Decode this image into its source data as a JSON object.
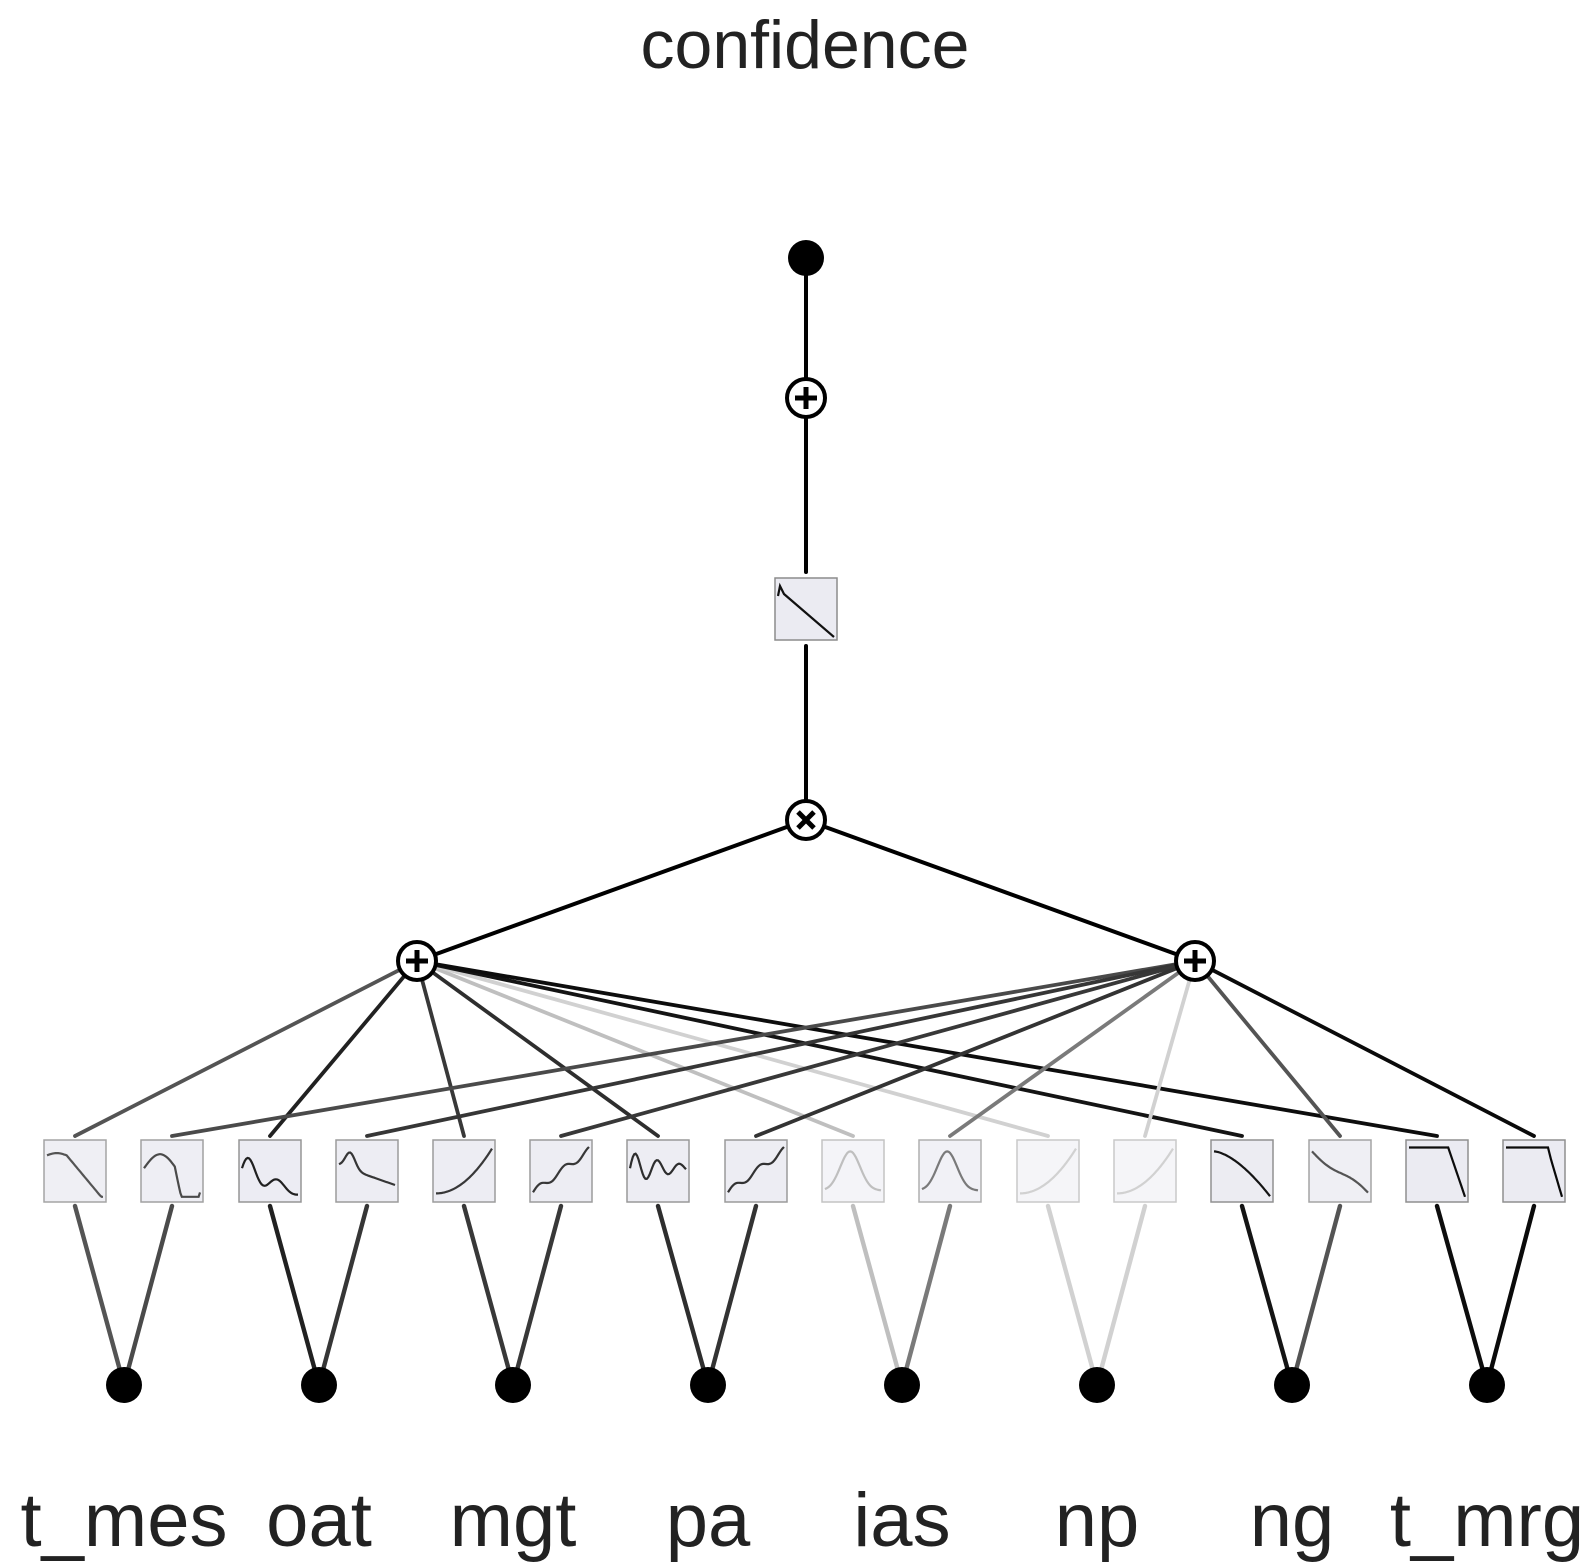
{
  "title": "confidence",
  "output_node": "output",
  "sum_node_symbol": "plus",
  "product_node_symbol": "times",
  "input_labels": [
    "t_mes",
    "oat",
    "mgt",
    "pa",
    "ias",
    "np",
    "ng",
    "t_mrg"
  ],
  "outer_function": "sharp-peak-then-linear-decrease",
  "inner_functions": [
    {
      "input": "t_mes",
      "shape": "plateau-then-drop",
      "edge_shade": 0.33
    },
    {
      "input": "t_mes",
      "shape": "rise-dip-rise",
      "edge_shade": 0.29
    },
    {
      "input": "oat",
      "shape": "double-peak-decay",
      "edge_shade": 0.13
    },
    {
      "input": "oat",
      "shape": "peak-then-decay",
      "edge_shade": 0.21
    },
    {
      "input": "mgt",
      "shape": "convex-increase",
      "edge_shade": 0.22
    },
    {
      "input": "mgt",
      "shape": "wiggly-increase",
      "edge_shade": 0.22
    },
    {
      "input": "pa",
      "shape": "oscillation",
      "edge_shade": 0.18
    },
    {
      "input": "pa",
      "shape": "wiggly-increase",
      "edge_shade": 0.2
    },
    {
      "input": "ias",
      "shape": "bump",
      "edge_shade": 0.75
    },
    {
      "input": "ias",
      "shape": "bump",
      "edge_shade": 0.48
    },
    {
      "input": "np",
      "shape": "convex-increase",
      "edge_shade": 0.82
    },
    {
      "input": "np",
      "shape": "convex-increase",
      "edge_shade": 0.82
    },
    {
      "input": "ng",
      "shape": "concave-decrease",
      "edge_shade": 0.08
    },
    {
      "input": "ng",
      "shape": "linear-decrease",
      "edge_shade": 0.33
    },
    {
      "input": "t_mrg",
      "shape": "flat-then-drop",
      "edge_shade": 0.05
    },
    {
      "input": "t_mrg",
      "shape": "flat-then-drop-spike",
      "edge_shade": 0.04
    }
  ]
}
